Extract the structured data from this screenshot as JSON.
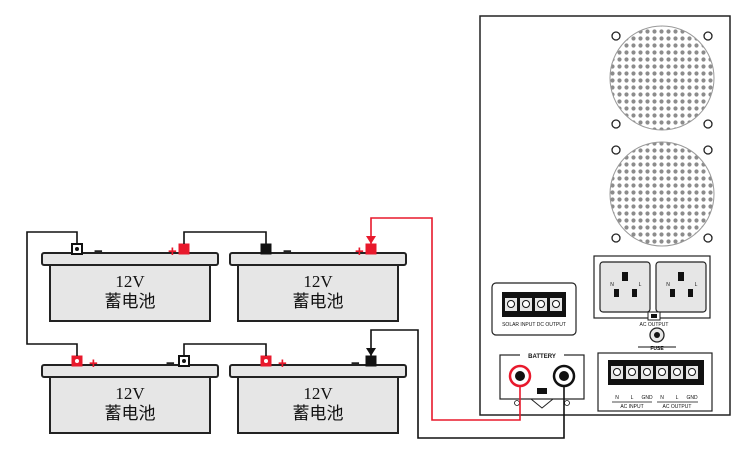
{
  "batteries": [
    {
      "voltage": "12V",
      "label": "蓄电池",
      "left_sign": "−",
      "right_sign": "+",
      "left_color": "#111111",
      "right_color": "#e8192c"
    },
    {
      "voltage": "12V",
      "label": "蓄电池",
      "left_sign": "−",
      "right_sign": "+",
      "left_color": "#111111",
      "right_color": "#e8192c"
    },
    {
      "voltage": "12V",
      "label": "蓄电池",
      "left_sign": "+",
      "right_sign": "−",
      "left_color": "#e8192c",
      "right_color": "#111111"
    },
    {
      "voltage": "12V",
      "label": "蓄电池",
      "left_sign": "+",
      "right_sign": "−",
      "left_color": "#e8192c",
      "right_color": "#111111"
    }
  ],
  "inverter": {
    "solar_terminal_labels": "SOLAR INPUT  DC  OUTPUT",
    "battery_label": "BATTERY",
    "ac_output_small": "AC OUTPUT",
    "fuse_label": "FUSE",
    "ac_terminal_labels": [
      "N",
      "L",
      "GND",
      "N",
      "L",
      "GND"
    ],
    "ac_input_label": "AC INPUT",
    "ac_output_label": "AC OUTPUT",
    "outlet_labels": [
      "N",
      "L"
    ]
  },
  "colors": {
    "positive": "#e8192c",
    "negative": "#111111"
  }
}
